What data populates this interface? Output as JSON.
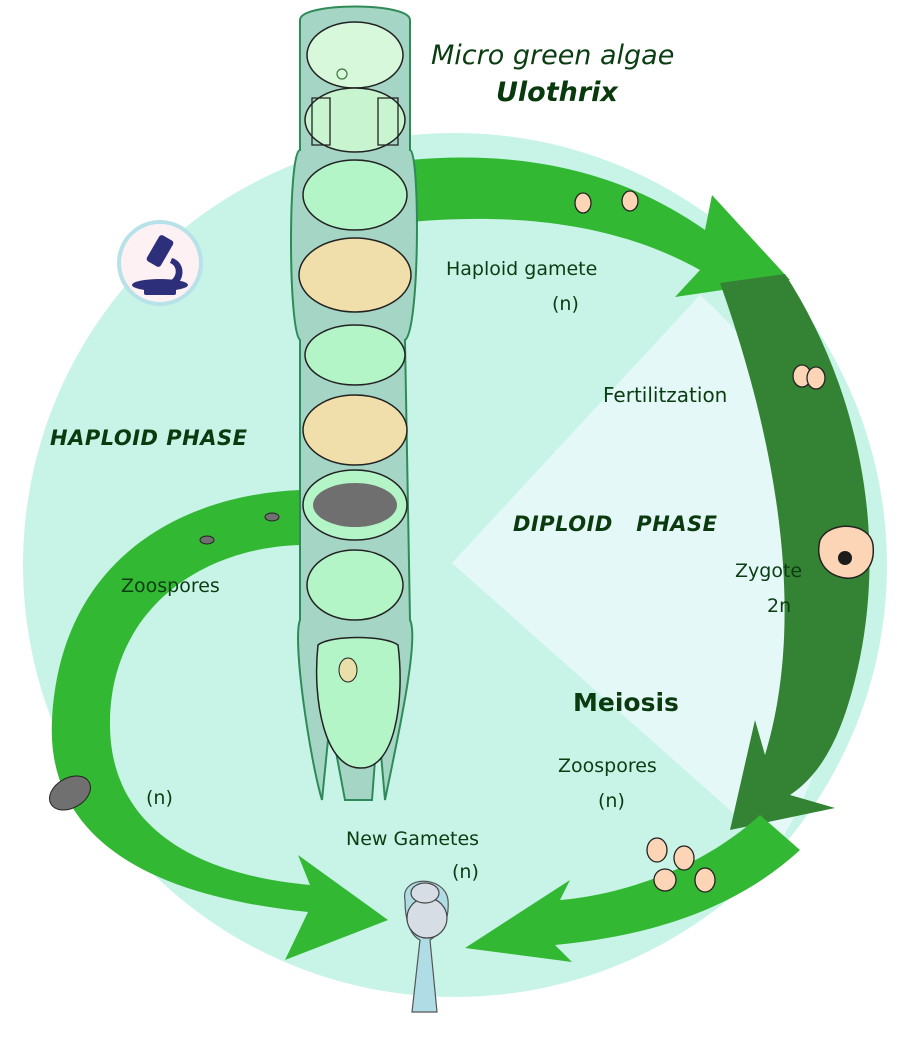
{
  "title": {
    "line1": "Micro green algae",
    "line2": "Ulothrix"
  },
  "phases": {
    "haploid": "HAPLOID PHASE",
    "diploid": "DIPLOID   PHASE"
  },
  "labels": {
    "haploid_gamete": "Haploid gamete",
    "haploid_gamete_ploidy": "(n)",
    "fertilization": "Fertilitzation",
    "zygote": "Zygote",
    "zygote_ploidy": "2n",
    "meiosis": "Meiosis",
    "zoospores_right": "Zoospores",
    "zoospores_right_ploidy": "(n)",
    "new_gametes": "New Gametes",
    "new_gametes_ploidy": "(n)",
    "zoospores_left": "Zoospores",
    "zoospores_left_ploidy": "(n)"
  },
  "icons": {
    "badge": "microscope-icon"
  },
  "colors": {
    "background_circle": "#c8f4e8",
    "diploid_sector": "#e4f8f8",
    "arrow_light": "#33b833",
    "arrow_dark": "#348233",
    "cell_fill": "#b4f5c8",
    "cell_wall": "#a5d6c5",
    "gamete": "#fbd5b5",
    "spore_mass": "#f0dfaa",
    "zoospore_grey": "#707070",
    "microscope": "#2e2f7a",
    "text": "#0b3d12"
  }
}
